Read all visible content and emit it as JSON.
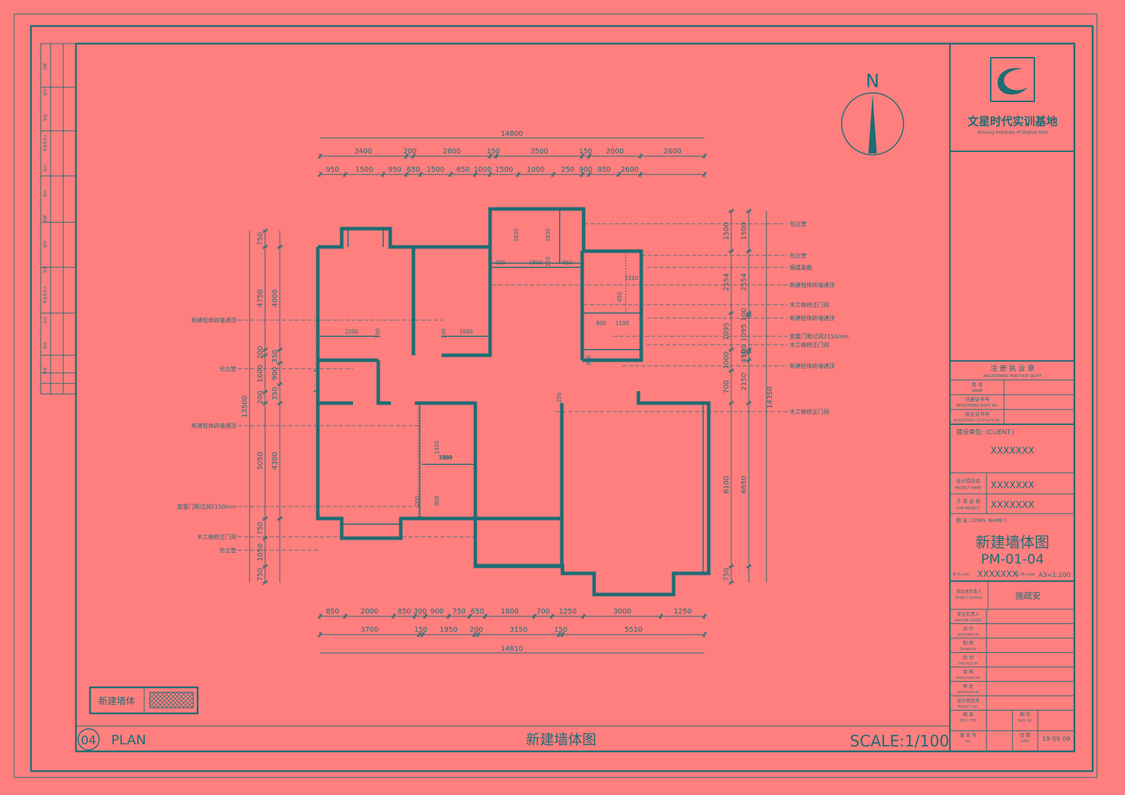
{
  "colors": {
    "background": "#ff7f7f",
    "line": "#1f6d74"
  },
  "compass": {
    "north_label": "N"
  },
  "logo": {
    "text": "文星时代实训基地",
    "subtext": "Xinxing Institute of Digital Arts"
  },
  "dimensions": {
    "top_total": "14800",
    "top_row1": [
      "3400",
      "200",
      "2800",
      "150",
      "3500",
      "150",
      "2000",
      "2600"
    ],
    "top_row2": [
      "950",
      "1500",
      "950",
      "650",
      "1500",
      "650",
      "1000",
      "1500",
      "1000",
      "250",
      "900",
      "850",
      "2600"
    ],
    "bottom_row1": [
      "850",
      "2000",
      "850",
      "300",
      "900",
      "750",
      "650",
      "1800",
      "700",
      "1250",
      "3000",
      "1250"
    ],
    "bottom_row2": [
      "3700",
      "150",
      "1950",
      "200",
      "3150",
      "150",
      "5510"
    ],
    "bottom_total": "14810",
    "left_total": "13500",
    "left_outer": [
      "750",
      "4750",
      "200",
      "1600",
      "200",
      "5050",
      "750",
      "1050",
      "750"
    ],
    "left_inner": [
      "4000",
      "350",
      "900",
      "350",
      "4300"
    ],
    "right_outer": [
      "1500",
      "2554",
      "1095",
      "1000",
      "700",
      "6100",
      "750"
    ],
    "right_inner": [
      "1500",
      "2554",
      "100",
      "1095",
      "100",
      "450",
      "2150",
      "6650"
    ],
    "right_total": "14350",
    "interior": [
      "1820",
      "1830",
      "900",
      "1800",
      "150",
      "850",
      "2200",
      "100",
      "100",
      "1600",
      "800",
      "1100",
      "1950",
      "1320",
      "1949",
      "900",
      "200",
      "250",
      "1550",
      "450",
      "850"
    ]
  },
  "annotations": {
    "left": [
      "新建轻体砖墙通顶",
      "包立管",
      "新建轻体砖墙通顶",
      "旋重门限过洞2150mm",
      "木工做修正门洞",
      "包立管"
    ],
    "right": [
      "包立管",
      "包立管",
      "烟道盖截",
      "新建轻体砖墙通顶",
      "木工做修正门洞",
      "新建轻体砖墙通顶",
      "旋重门限过洞2150mm",
      "木工做修正门洞",
      "新建轻体砖墙通顶",
      "木工做修正门洞"
    ]
  },
  "legend": {
    "label": "新建墙体"
  },
  "footer": {
    "number": "04",
    "plan": "PLAN",
    "title": "新建墙体图",
    "scale": "SCALE:1/100"
  },
  "title_block": {
    "seal_title": "注 册 执 业 章",
    "seal_title_en": "REGISTERED PRACTICE SIGHT",
    "seal_rows": [
      "姓 名",
      "NAME",
      "注册证书号",
      "REGISTERED SIGHT NO.",
      "执业证书号",
      "REGISTERED CERTIFICATE NO."
    ],
    "client_label": "建设单位: (CLIENT:)",
    "client_value": "XXXXXXX",
    "project_label": "设计项目名",
    "project_label_en": "PROJECT NAME",
    "project_value": "XXXXXXX",
    "sub_label": "子 项 名 称",
    "sub_label_en": "SUB PROJECT",
    "sub_value": "XXXXXXX",
    "drawing_label": "图 名: (DWG. NAME:)",
    "drawing_title": "新建墙体图",
    "drawing_no": "PM-01-04",
    "unit_label": "单 位 unit:",
    "unit_value": "XXXXXXX",
    "ratio_label": "比 例 scale:",
    "ratio_value": "A3=1:100",
    "leader_label": "项目总负责人",
    "leader_label_en": "PROJECT LEADER",
    "leader_value": "施疏安",
    "roles": [
      {
        "cn": "专业负责人",
        "en": "DIVISION LEADER"
      },
      {
        "cn": "设  计",
        "en": "DESIGNED BY"
      },
      {
        "cn": "制  图",
        "en": "DRAWN BY"
      },
      {
        "cn": "校  对",
        "en": "CHECKED BY"
      },
      {
        "cn": "审  核",
        "en": "PROCESSED BY"
      },
      {
        "cn": "审  定",
        "en": "APPROVED BY"
      },
      {
        "cn": "设计项目号",
        "en": "PROJECT NO."
      }
    ],
    "bottom": [
      {
        "cn": "图  类",
        "en": "DWG. TYPE",
        "cn2": "图  号",
        "en2": "DWG. NO.",
        "value": ""
      },
      {
        "cn": "版 本 号",
        "en": "Ver.",
        "cn2": "日  期",
        "en2": "DATE",
        "value": "19 09 09"
      }
    ]
  },
  "margin_labels": [
    "日期",
    "签字",
    "签名",
    "专业负责人",
    "设计",
    "校对",
    "日期",
    "签字",
    "签名",
    "专业负责人",
    "设计",
    "校对",
    "审核"
  ]
}
